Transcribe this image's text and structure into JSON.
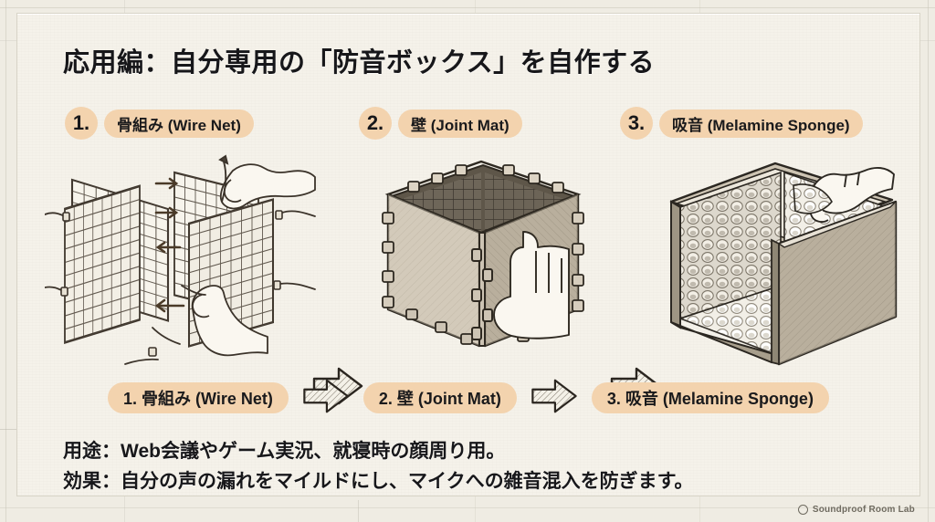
{
  "page": {
    "title": "応用編：自分専用の「防音ボックス」を自作する",
    "background_color": "#f5f2ea",
    "accent_color": "#f3d3ae",
    "ink_color": "#17171a"
  },
  "steps_top": [
    {
      "number": "1.",
      "label": "骨組み (Wire Net)"
    },
    {
      "number": "2.",
      "label": "壁 (Joint Mat)"
    },
    {
      "number": "3.",
      "label": "吸音 (Melamine Sponge)"
    }
  ],
  "illustrations": [
    {
      "name": "wire-net-panels",
      "caption": "骨組み (Wire Net)",
      "description": "ワイヤーネットを結束バンドで組み立てる手のイラスト"
    },
    {
      "name": "joint-mat-cube",
      "caption": "壁 (Joint Mat)",
      "description": "ジョイントマットで箱の壁を作るイラスト"
    },
    {
      "name": "melamine-sponge-box",
      "caption": "吸音 (Melamine Sponge)",
      "description": "メラミンスポンジを内側に貼る吸音イラスト"
    }
  ],
  "flow": {
    "items": [
      "1. 骨組み (Wire Net)",
      "2. 壁 (Joint Mat)",
      "3. 吸音 (Melamine Sponge)"
    ],
    "arrow_glyph": "➡"
  },
  "notes": {
    "usage": "用途：Web会議やゲーム実況、就寝時の顔周り用。",
    "effect": "効果：自分の声の漏れをマイルドにし、マイクへの雑音混入を防ぎます。"
  },
  "footer": {
    "copyright": "Soundproof Room Lab"
  }
}
